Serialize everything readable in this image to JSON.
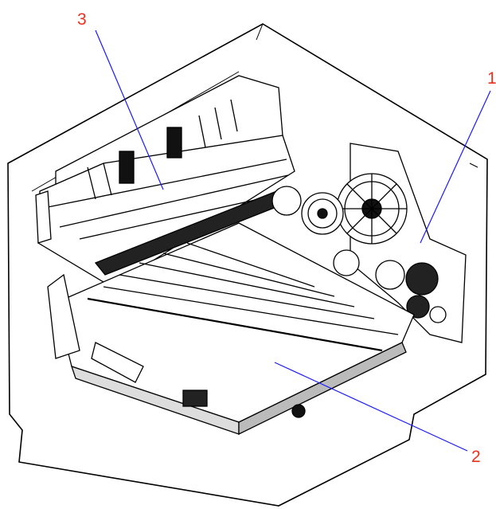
{
  "callouts": [
    {
      "id": 1,
      "label": "1"
    },
    {
      "id": 2,
      "label": "2"
    },
    {
      "id": 3,
      "label": "3"
    }
  ],
  "colors": {
    "callout_text": "#e8321e",
    "leader_line": "#1a1aff",
    "outline": "#000000",
    "part_dark": "#111111",
    "part_light": "#ffffff"
  },
  "icons": [
    "printer-housing-outline",
    "fuser-assembly",
    "gear-train",
    "transfer-roller-tray"
  ]
}
